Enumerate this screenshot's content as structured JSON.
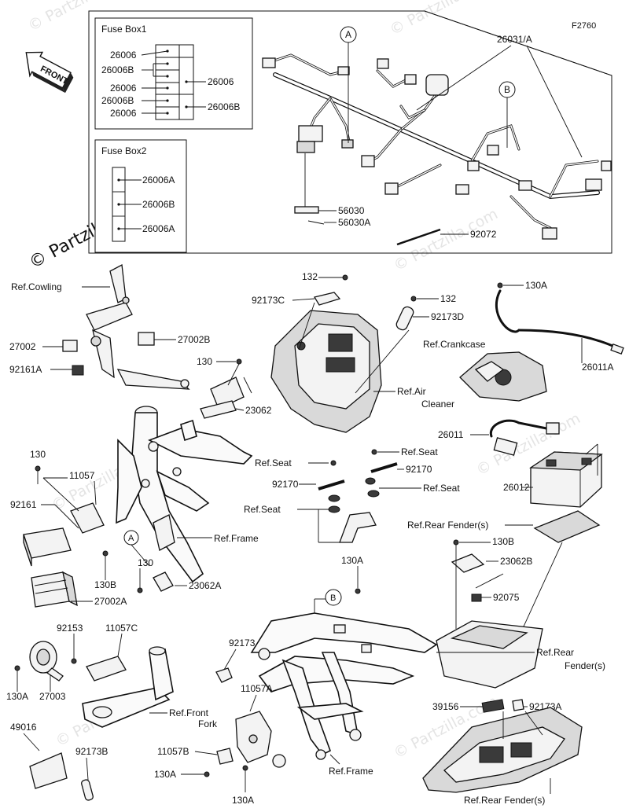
{
  "diagram_code": "F2760",
  "front_label": "FRONT",
  "watermark": "© Partzilla.com",
  "fuse_box1": {
    "title": "Fuse Box1",
    "left_parts": [
      "26006",
      "26006B",
      "26006",
      "26006B",
      "26006"
    ],
    "right_parts": [
      "26006",
      "26006B"
    ]
  },
  "fuse_box2": {
    "title": "Fuse Box2",
    "parts": [
      "26006A",
      "26006B",
      "26006A"
    ]
  },
  "callouts": {
    "A": "A",
    "B": "B"
  },
  "labels": {
    "harness": "26031/A",
    "p56030": "56030",
    "p56030a": "56030A",
    "p92072": "92072",
    "ref_cowling": "Ref.Cowling",
    "p27002": "27002",
    "p27002b": "27002B",
    "p92161a": "92161A",
    "p130_top": "130",
    "p23062": "23062",
    "p132_a": "132",
    "p92173c": "92173C",
    "p132_b": "132",
    "p92173d": "92173D",
    "ref_air_cleaner_1": "Ref.Air",
    "ref_air_cleaner_2": "Cleaner",
    "p130a_top": "130A",
    "ref_crankcase": "Ref.Crankcase",
    "p26011a": "26011A",
    "p26011": "26011",
    "p26012": "26012",
    "ref_rear_fender_s": "Ref.Rear Fender(s)",
    "p130b_right": "130B",
    "p23062b": "23062B",
    "p92075": "92075",
    "ref_rear_1": "Ref.Rear",
    "ref_rear_2": "Fender(s)",
    "ref_seat_1": "Ref.Seat",
    "ref_seat_2": "Ref.Seat",
    "ref_seat_3": "Ref.Seat",
    "ref_seat_4": "Ref.Seat",
    "p92170_a": "92170",
    "p92170_b": "92170",
    "p130_left": "130",
    "p11057": "11057",
    "p92161": "92161",
    "ref_frame_1": "Ref.Frame",
    "p130b_left": "130B",
    "p130_mid": "130",
    "p23062a": "23062A",
    "p27002a": "27002A",
    "p130a_mid": "130A",
    "p92153": "92153",
    "p11057c": "11057C",
    "p92173": "92173",
    "p130a_left": "130A",
    "p27003": "27003",
    "ref_front_fork_1": "Ref.Front",
    "ref_front_fork_2": "Fork",
    "p11057a": "11057A",
    "p49016": "49016",
    "p92173b": "92173B",
    "p11057b": "11057B",
    "p130a_bottom": "130A",
    "ref_frame_2": "Ref.Frame",
    "p130a_bot2": "130A",
    "p39156": "39156",
    "p92173a": "92173A",
    "ref_rear_fender_bottom": "Ref.Rear Fender(s)"
  }
}
